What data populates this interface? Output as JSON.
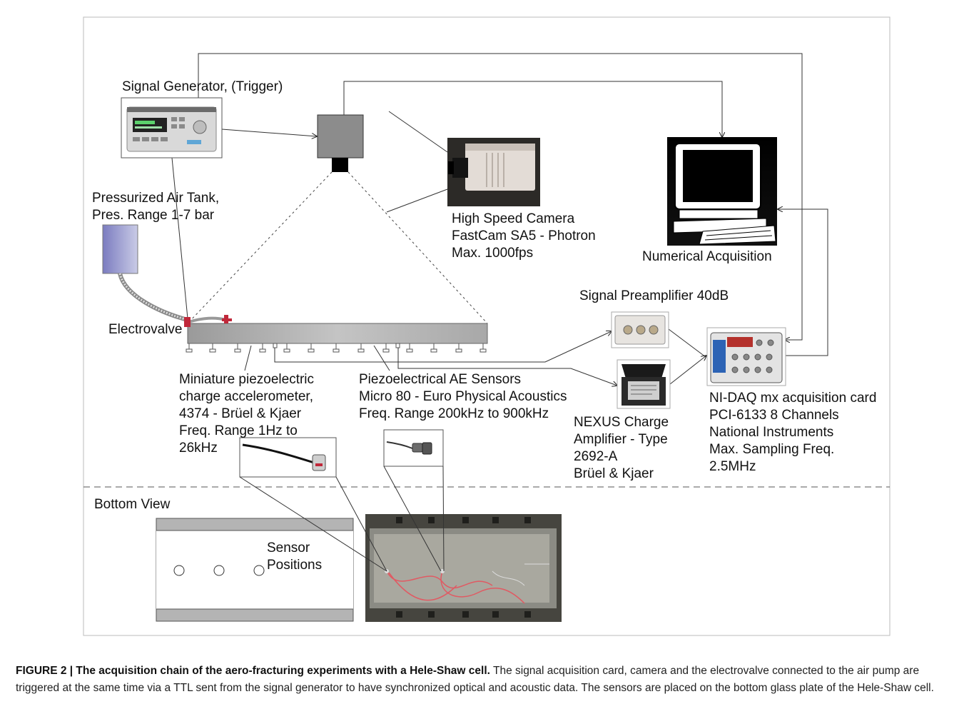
{
  "labels": {
    "signal_generator": "Signal Generator, (Trigger)",
    "air_tank_1": "Pressurized Air Tank,",
    "air_tank_2": "Pres. Range 1-7 bar",
    "electrovalve": "Electrovalve",
    "camera_1": "High Speed Camera",
    "camera_2": "FastCam SA5 - Photron",
    "camera_3": "Max. 1000fps",
    "numerical_acquisition": "Numerical Acquisition",
    "preamp": "Signal Preamplifier 40dB",
    "accelerometer_1": "Miniature piezoelectric",
    "accelerometer_2": "charge accelerometer,",
    "accelerometer_3": "4374 - Brüel & Kjaer",
    "accelerometer_4": "Freq. Range 1Hz to",
    "accelerometer_5": "26kHz",
    "ae_sensors_1": "Piezoelectrical AE Sensors",
    "ae_sensors_2": "Micro 80 - Euro Physical Acoustics",
    "ae_sensors_3": "Freq. Range 200kHz to 900kHz",
    "nexus_1": "NEXUS Charge",
    "nexus_2": "Amplifier - Type",
    "nexus_3": "2692-A",
    "nexus_4": "Brüel & Kjaer",
    "daq_1": "NI-DAQ mx acquisition card",
    "daq_2": "PCI-6133 8 Channels",
    "daq_3": "National Instruments",
    "daq_4": "Max. Sampling Freq.",
    "daq_5": "2.5MHz",
    "bottom_view": "Bottom View",
    "sensor_positions_1": "Sensor",
    "sensor_positions_2": "Positions"
  },
  "caption": {
    "title": "FIGURE 2 | The acquisition chain of the aero-fracturing experiments with a Hele-Shaw cell.",
    "text": " The signal acquisition card, camera and the electrovalve connected to the air pump are triggered at the same time via a TTL sent from the signal generator to have synchronized optical and acoustic data. The sensors are placed on the bottom glass plate of the Hele-Shaw cell."
  },
  "colors": {
    "frame": "#bbbbbb",
    "cell_gray": "#b4b4b4",
    "tank": "#8e8fc6",
    "valve_red": "#c0283a",
    "photo_bg": "#46453f",
    "daq_blue": "#2c63b5"
  }
}
